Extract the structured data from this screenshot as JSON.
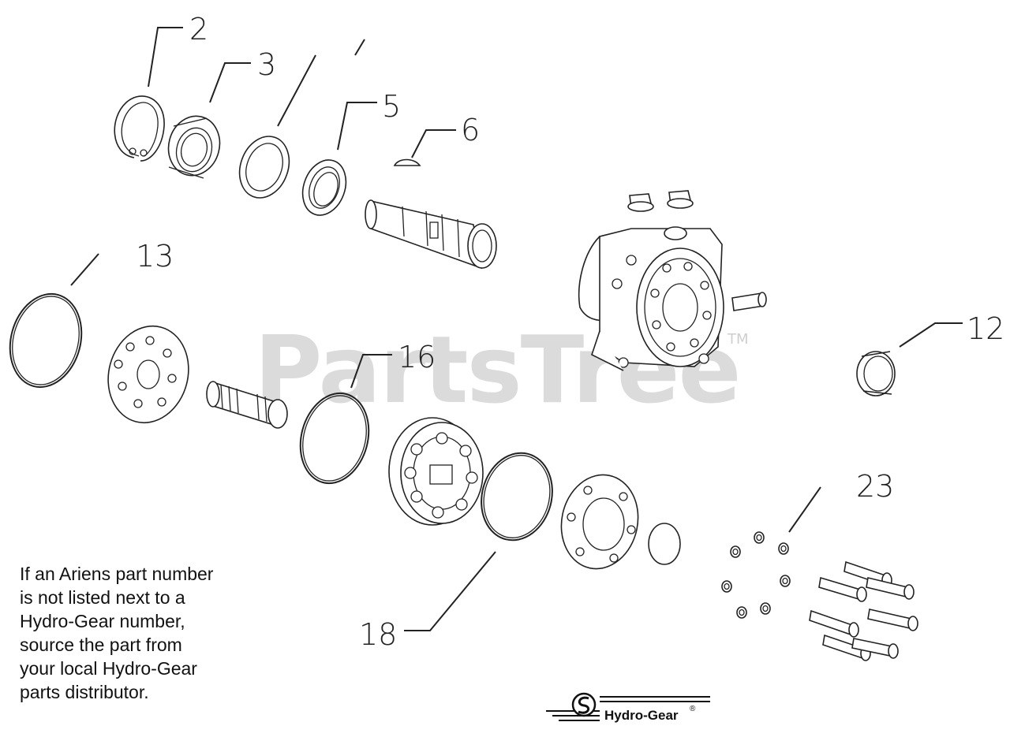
{
  "watermark": {
    "text": "PartsTree",
    "tm": "TM"
  },
  "callouts": [
    "2",
    "3",
    "5",
    "6",
    "13",
    "16",
    "12",
    "23",
    "18"
  ],
  "note_lines": [
    "If an Ariens part number",
    "is not listed next to a",
    "Hydro-Gear number,",
    "source the part from",
    "your local Hydro-Gear",
    "parts distributor."
  ],
  "logo": {
    "text": "Hydro-Gear",
    "mark": "®"
  }
}
